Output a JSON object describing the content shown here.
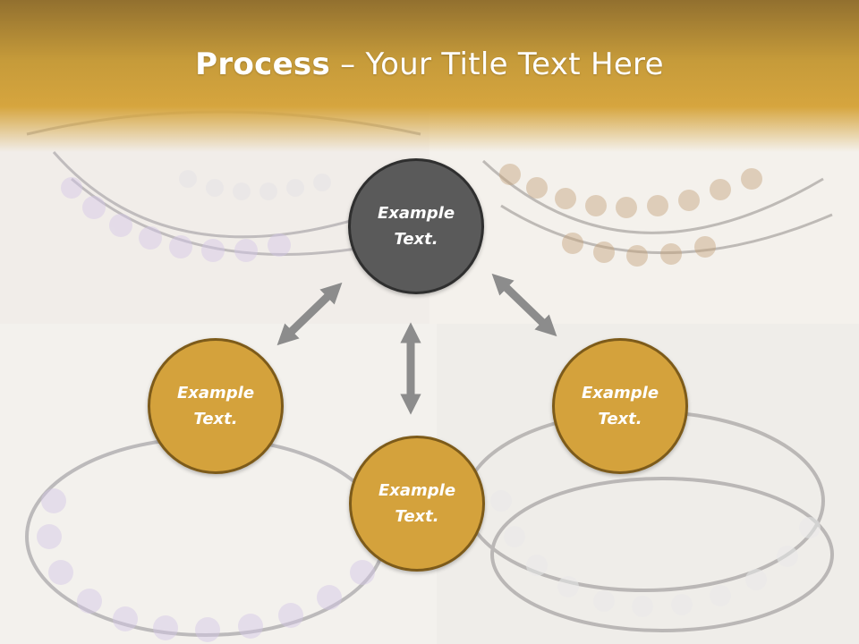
{
  "title": {
    "bold": "Process",
    "rest": " – Your Title Text Here"
  },
  "nodes": {
    "center": "Example Text.",
    "left": "Example Text.",
    "right": "Example Text.",
    "bottom": "Example Text."
  },
  "colors": {
    "header": "#c69b3a",
    "center_fill": "#5a5a5a",
    "node_fill": "#d4a23c",
    "node_border": "#7d5b1a",
    "arrow": "#8c8c8c"
  }
}
